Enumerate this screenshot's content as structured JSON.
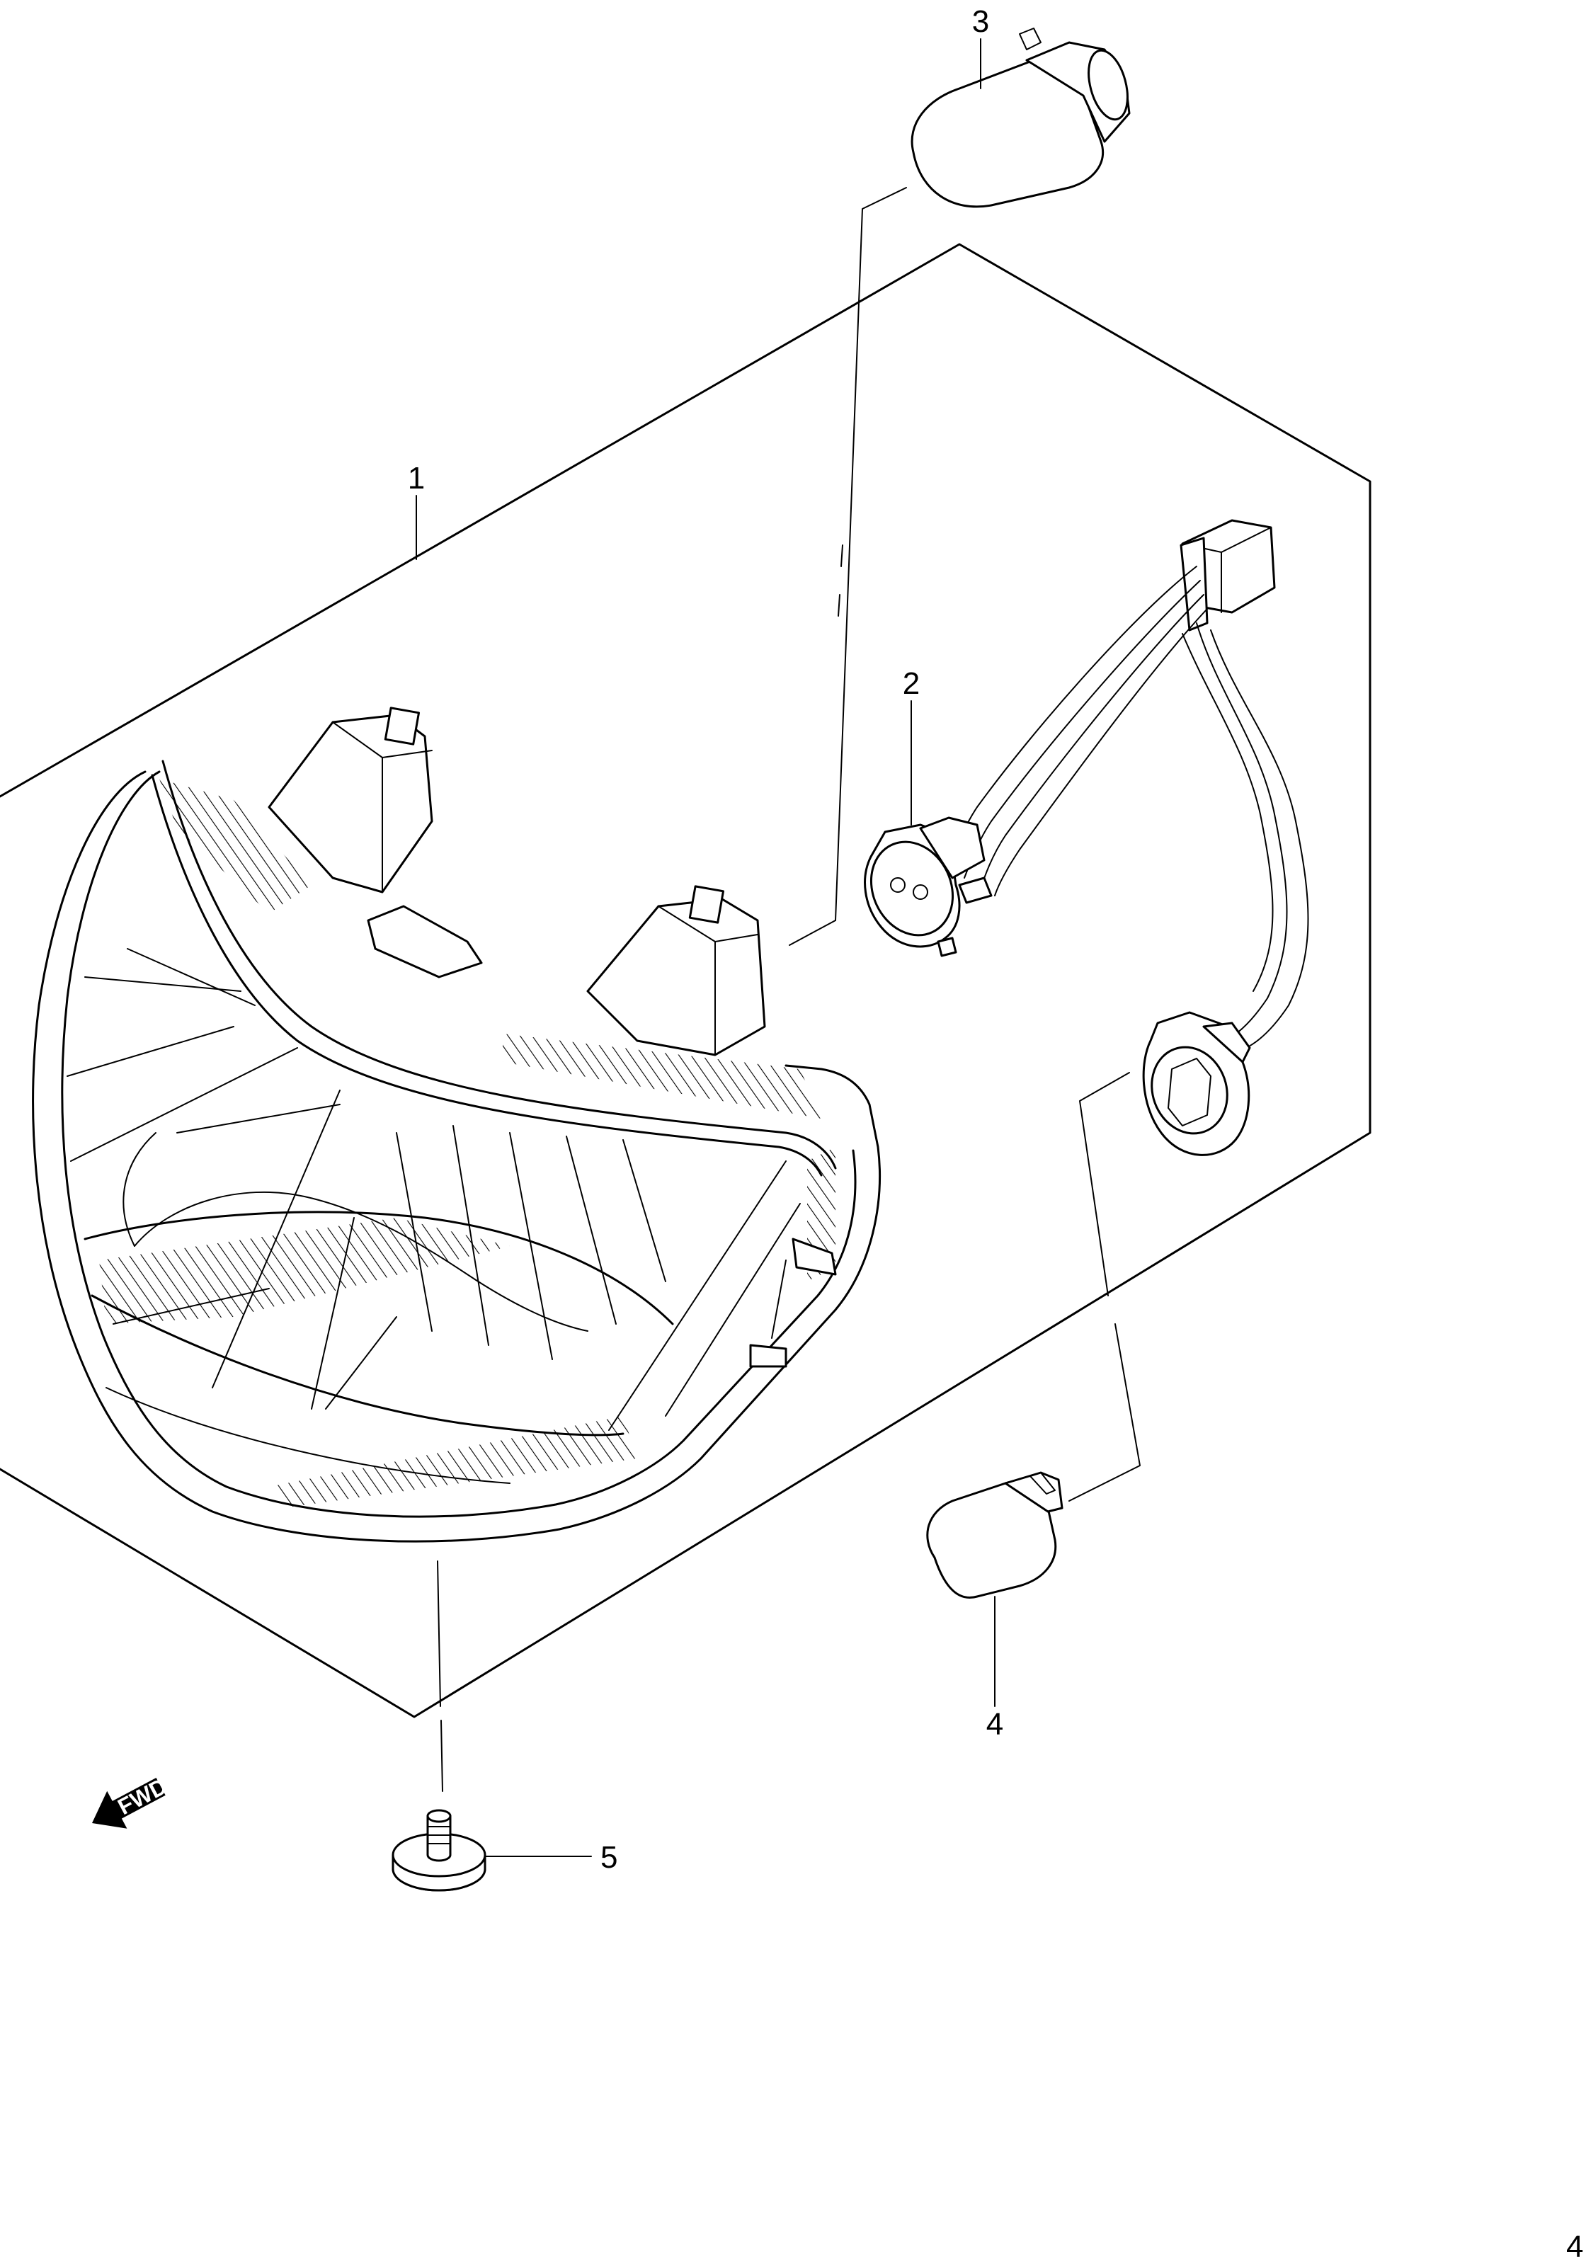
{
  "callouts": {
    "p1": "1",
    "p2": "2",
    "p3": "3",
    "p4": "4",
    "p5": "5"
  },
  "direction_label": "FWD",
  "page_number": "4",
  "colors": {
    "line": "#000000",
    "background": "#ffffff"
  }
}
